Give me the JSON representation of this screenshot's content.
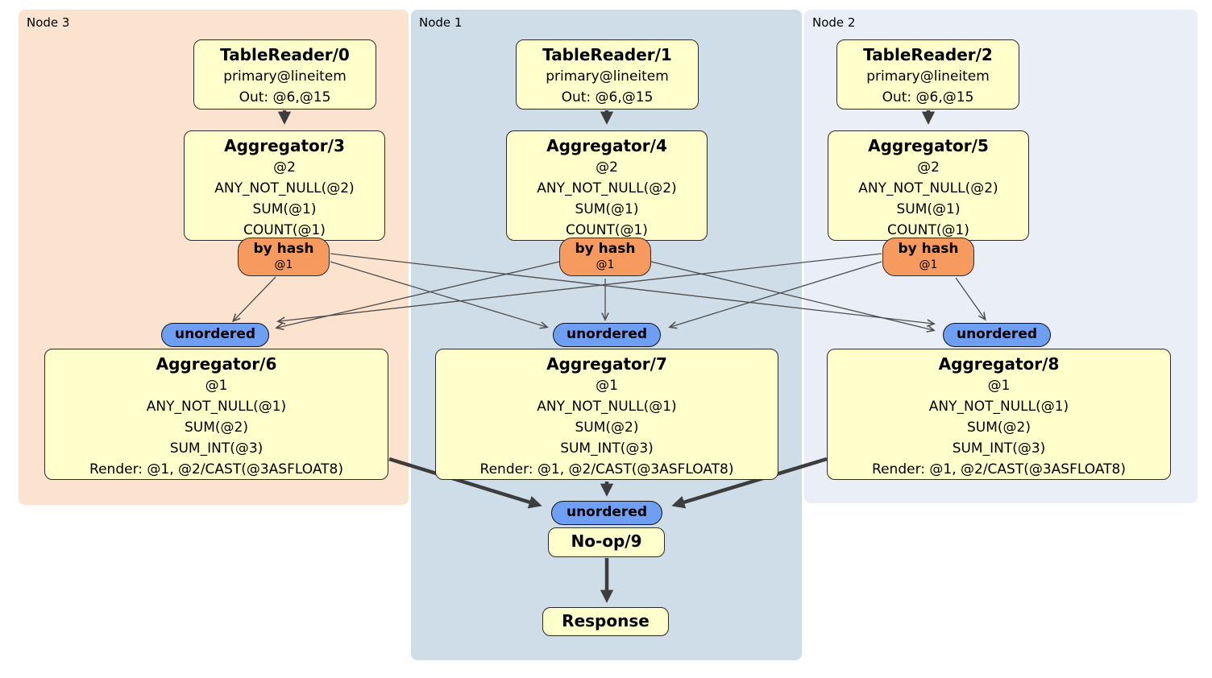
{
  "panels": [
    {
      "id": "node3",
      "label": "Node 3"
    },
    {
      "id": "node1",
      "label": "Node 1"
    },
    {
      "id": "node2",
      "label": "Node 2"
    }
  ],
  "processors": {
    "table_readers": [
      {
        "title": "TableReader/0",
        "lines": [
          "primary@lineitem",
          "Out: @6,@15"
        ]
      },
      {
        "title": "TableReader/1",
        "lines": [
          "primary@lineitem",
          "Out: @6,@15"
        ]
      },
      {
        "title": "TableReader/2",
        "lines": [
          "primary@lineitem",
          "Out: @6,@15"
        ]
      }
    ],
    "top_aggregators": [
      {
        "title": "Aggregator/3",
        "lines": [
          "@2",
          "ANY_NOT_NULL(@2)",
          "SUM(@1)",
          "COUNT(@1)"
        ]
      },
      {
        "title": "Aggregator/4",
        "lines": [
          "@2",
          "ANY_NOT_NULL(@2)",
          "SUM(@1)",
          "COUNT(@1)"
        ]
      },
      {
        "title": "Aggregator/5",
        "lines": [
          "@2",
          "ANY_NOT_NULL(@2)",
          "SUM(@1)",
          "COUNT(@1)"
        ]
      }
    ],
    "hash_routers": [
      {
        "label": "by hash",
        "columns": "@1"
      },
      {
        "label": "by hash",
        "columns": "@1"
      },
      {
        "label": "by hash",
        "columns": "@1"
      }
    ],
    "unordered_syncs": [
      {
        "label": "unordered"
      },
      {
        "label": "unordered"
      },
      {
        "label": "unordered"
      }
    ],
    "final_aggregators": [
      {
        "title": "Aggregator/6",
        "lines": [
          "@1",
          "ANY_NOT_NULL(@1)",
          "SUM(@2)",
          "SUM_INT(@3)",
          "Render: @1, @2/CAST(@3ASFLOAT8)"
        ]
      },
      {
        "title": "Aggregator/7",
        "lines": [
          "@1",
          "ANY_NOT_NULL(@1)",
          "SUM(@2)",
          "SUM_INT(@3)",
          "Render: @1, @2/CAST(@3ASFLOAT8)"
        ]
      },
      {
        "title": "Aggregator/8",
        "lines": [
          "@1",
          "ANY_NOT_NULL(@1)",
          "SUM(@2)",
          "SUM_INT(@3)",
          "Render: @1, @2/CAST(@3ASFLOAT8)"
        ]
      }
    ],
    "final_sync": {
      "label": "unordered"
    },
    "noop": {
      "title": "No-op/9"
    },
    "response": {
      "title": "Response"
    }
  },
  "edges": [
    {
      "from": "tablereader-0",
      "to": "aggregator-3",
      "style": "thick"
    },
    {
      "from": "tablereader-1",
      "to": "aggregator-4",
      "style": "thick"
    },
    {
      "from": "tablereader-2",
      "to": "aggregator-5",
      "style": "thick"
    },
    {
      "from": "byhash-node3",
      "to": "unordered-node3",
      "style": "thin"
    },
    {
      "from": "byhash-node3",
      "to": "unordered-node1",
      "style": "thin"
    },
    {
      "from": "byhash-node3",
      "to": "unordered-node2",
      "style": "thin"
    },
    {
      "from": "byhash-node1",
      "to": "unordered-node3",
      "style": "thin"
    },
    {
      "from": "byhash-node1",
      "to": "unordered-node1",
      "style": "thin"
    },
    {
      "from": "byhash-node1",
      "to": "unordered-node2",
      "style": "thin"
    },
    {
      "from": "byhash-node2",
      "to": "unordered-node3",
      "style": "thin"
    },
    {
      "from": "byhash-node2",
      "to": "unordered-node1",
      "style": "thin"
    },
    {
      "from": "byhash-node2",
      "to": "unordered-node2",
      "style": "thin"
    },
    {
      "from": "aggregator-6",
      "to": "final-unordered",
      "style": "thick"
    },
    {
      "from": "aggregator-7",
      "to": "final-unordered",
      "style": "thick"
    },
    {
      "from": "aggregator-8",
      "to": "final-unordered",
      "style": "thick"
    },
    {
      "from": "noop-9",
      "to": "response",
      "style": "thick"
    }
  ],
  "colors": {
    "panel_node3_bg": "#fce3d0",
    "panel_node1_bg": "#cfdde9",
    "panel_node2_bg": "#e9eef7",
    "processor_bg": "#ffffcc",
    "router_bg": "#f69a60",
    "sync_bg": "#6f9ff2",
    "edge_thin": "#4d4d4d",
    "edge_thick": "#3d3d3d"
  }
}
